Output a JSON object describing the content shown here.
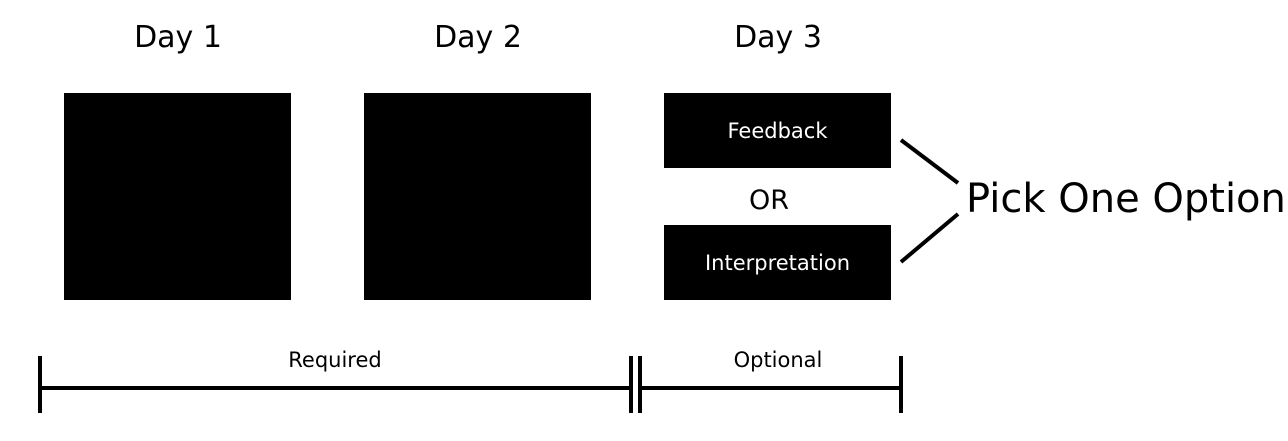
{
  "days": [
    {
      "label": "Day 1"
    },
    {
      "label": "Day 2"
    },
    {
      "label": "Day 3"
    }
  ],
  "day3_options": {
    "top": "Feedback",
    "separator": "OR",
    "bottom": "Interpretation"
  },
  "pick_note": "Pick One Option",
  "timeline": {
    "required": "Required",
    "optional": "Optional"
  },
  "colors": {
    "ink": "#000000",
    "block_text": "#ffffff",
    "background": "#ffffff"
  }
}
